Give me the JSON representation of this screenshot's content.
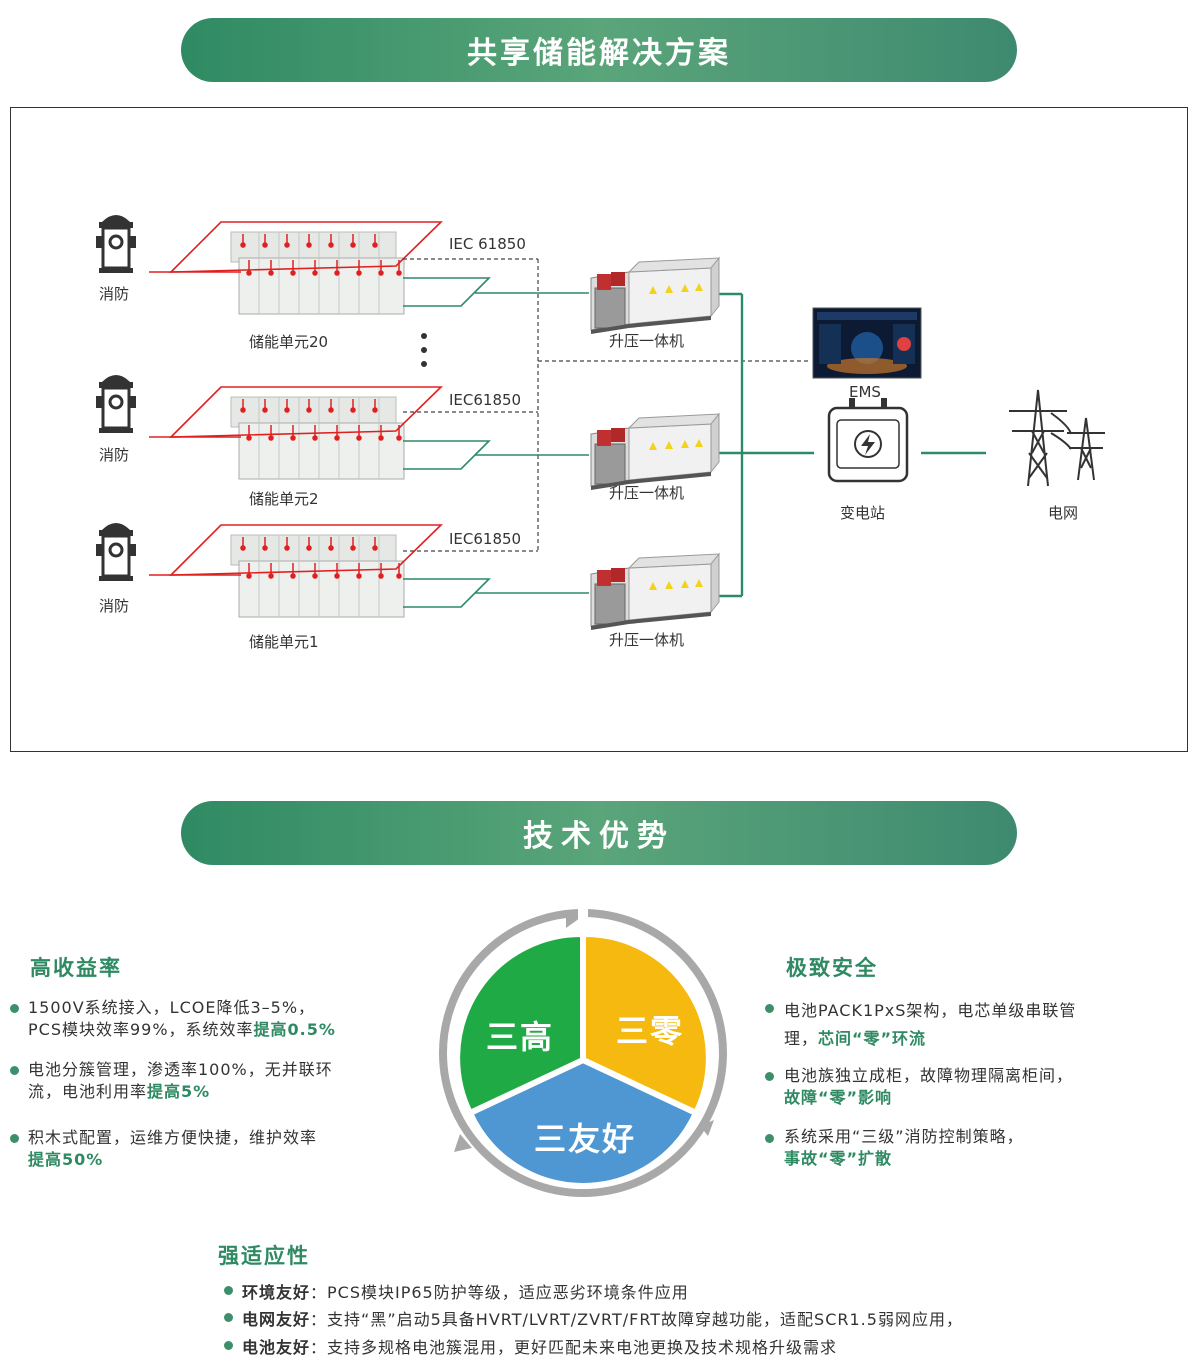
{
  "section1": {
    "title": "共享储能解决方案"
  },
  "diagram": {
    "fire_label": "消防",
    "units": [
      "储能单元20",
      "储能单元2",
      "储能单元1"
    ],
    "protocols": [
      "IEC 61850",
      "IEC61850",
      "IEC61850"
    ],
    "booster": "升压一体机",
    "ems": "EMS",
    "substation": "变电站",
    "grid": "电网"
  },
  "section2": {
    "title": "技术优势"
  },
  "center": {
    "seg1": "三高",
    "seg2": "三零",
    "seg3": "三友好"
  },
  "left": {
    "title": "高收益率",
    "items": [
      {
        "l1": "1500V系统接入，LCOE降低3–5%，",
        "l2a": "PCS模块效率99%，系统效率",
        "l2b": "提高0.5%"
      },
      {
        "l1": "电池分簇管理，渗透率100%，无并联环",
        "l2a": "流，电池利用率",
        "l2b": "提高5%"
      },
      {
        "l1": "积木式配置，运维方便快捷，维护效率",
        "l2a": "",
        "l2b": "提高50%"
      }
    ]
  },
  "right": {
    "title": "极致安全",
    "items": [
      {
        "l1": "电池PACK1PxS架构，电芯单级串联管",
        "l2a": "理，",
        "l2b": "芯间“零”环流"
      },
      {
        "l1": "电池族独立成柜，故障物理隔离柜间，",
        "l2a": "",
        "l2b": "故障“零”影响"
      },
      {
        "l1": "系统采用“三级”消防控制策略，",
        "l2a": "",
        "l2b": "事故“零”扩散"
      }
    ]
  },
  "bottom": {
    "title": "强适应性",
    "items": [
      {
        "key": "环境友好",
        "sep": "：",
        "text": "PCS模块IP65防护等级，适应恶劣环境条件应用"
      },
      {
        "key": "电网友好",
        "sep": "：",
        "text": "支持“黑”启动5具备HVRT/LVRT/ZVRT/FRT故障穿越功能，适配SCR1.5弱网应用，"
      },
      {
        "key": "电池友好",
        "sep": "：",
        "text": "支持多规格电池簇混用，更好匹配未来电池更换及技术规格升级需求"
      }
    ]
  },
  "colors": {
    "green": "#2f8a63",
    "seg_green": "#1faa45",
    "seg_yellow": "#f6b90f",
    "seg_blue": "#4e97d2",
    "red": "#e02020"
  }
}
